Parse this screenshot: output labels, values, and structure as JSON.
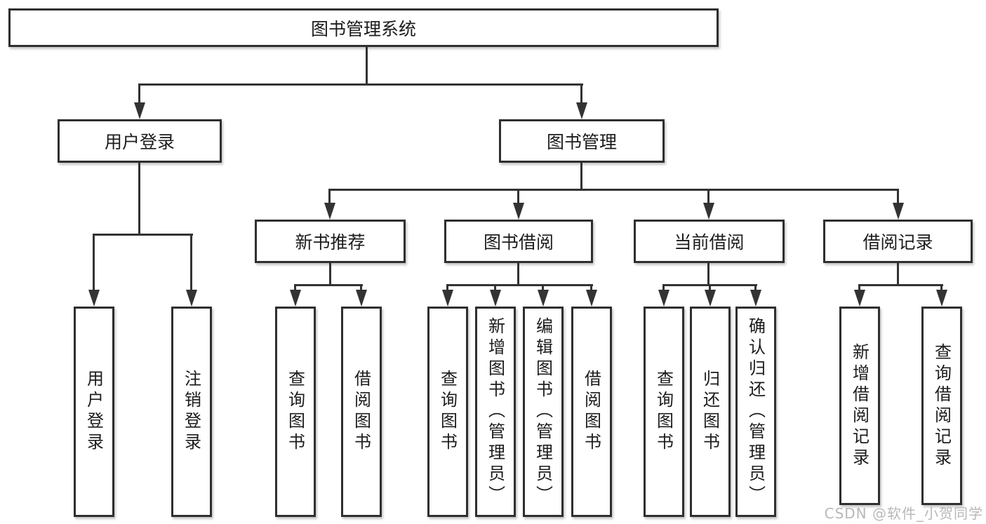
{
  "diagram": {
    "title": "图书管理系统",
    "branches": [
      {
        "label": "用户登录",
        "children": [
          {
            "label": "用户登录"
          },
          {
            "label": "注销登录"
          }
        ]
      },
      {
        "label": "图书管理",
        "children": [
          {
            "label": "新书推荐",
            "children": [
              {
                "label": "查询图书"
              },
              {
                "label": "借阅图书"
              }
            ]
          },
          {
            "label": "图书借阅",
            "children": [
              {
                "label": "查询图书"
              },
              {
                "label": "新增图书（管理员）"
              },
              {
                "label": "编辑图书（管理员）"
              },
              {
                "label": "借阅图书"
              }
            ]
          },
          {
            "label": "当前借阅",
            "children": [
              {
                "label": "查询图书"
              },
              {
                "label": "归还图书"
              },
              {
                "label": "确认归还（管理员）"
              }
            ]
          },
          {
            "label": "借阅记录",
            "children": [
              {
                "label": "新增借阅记录"
              },
              {
                "label": "查询借阅记录"
              }
            ]
          }
        ]
      }
    ]
  },
  "watermark": {
    "text": "CSDN @软件_小贺同学"
  },
  "colors": {
    "line": "#333333",
    "box_border": "#2f2f2f",
    "box_fill": "#ffffff",
    "text": "#1c1c1c",
    "watermark": "#b8b8b8",
    "background": "#ffffff"
  }
}
